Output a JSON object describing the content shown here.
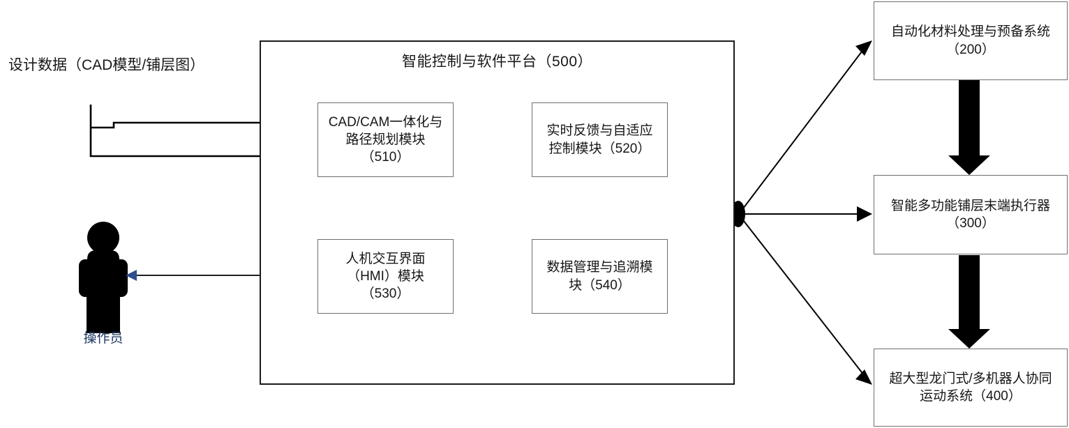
{
  "diagram": {
    "title_text": "智能控制与软件平台（500）",
    "design_data_label": "设计数据（CAD模型/铺层图）",
    "actor_label": "操作员",
    "colors": {
      "text": "#17171a",
      "actor_label": "#1f3864",
      "arrow_black": "#000000",
      "arrow_blue_head": "#2e4f8f",
      "box_border": "#6e6e6e",
      "outer_border": "#1a1a1a"
    },
    "platform_modules": [
      {
        "id": "510",
        "label": "CAD/CAM一体化与路径规划模块（510）",
        "lines": [
          "CAD/CAM一体化与",
          "路径规划模块",
          "（510）"
        ]
      },
      {
        "id": "520",
        "label": "实时反馈与自适应控制模块（520）",
        "lines": [
          "实时反馈与自适应",
          "控制模块（520）"
        ]
      },
      {
        "id": "530",
        "label": "人机交互界面（HMI）模块（530）",
        "lines": [
          "人机交互界面",
          "（HMI）模块",
          "（530）"
        ]
      },
      {
        "id": "540",
        "label": "数据管理与追溯模块（540）",
        "lines": [
          "数据管理与追溯模",
          "块（540）"
        ]
      }
    ],
    "right_systems": [
      {
        "id": "200",
        "label": "自动化材料处理与预备系统（200）",
        "lines": [
          "自动化材料处理与预备系统",
          "（200）"
        ]
      },
      {
        "id": "300",
        "label": "智能多功能铺层末端执行器（300）",
        "lines": [
          "智能多功能铺层末端执行器",
          "（300）"
        ]
      },
      {
        "id": "400",
        "label": "超大型龙门式/多机器人协同运动系统（400）",
        "lines": [
          "超大型龙门式/多机器人协同",
          "运动系统（400）"
        ]
      }
    ],
    "connections": [
      {
        "from": "design-data",
        "to": "510",
        "style": "hollow-block-arrow",
        "direction": "one-way"
      },
      {
        "from": "510",
        "to": "520",
        "style": "thick-solid",
        "direction": "two-way"
      },
      {
        "from": "510",
        "to": "530",
        "style": "thick-solid",
        "direction": "two-way"
      },
      {
        "from": "520",
        "to": "540",
        "style": "thick-solid",
        "direction": "two-way"
      },
      {
        "from": "530",
        "to": "540",
        "style": "thick-solid",
        "direction": "two-way"
      },
      {
        "from": "operator",
        "to": "530",
        "style": "thin-line",
        "direction": "two-way"
      },
      {
        "from": "500",
        "to": "200",
        "style": "thin-line",
        "direction": "one-way"
      },
      {
        "from": "500",
        "to": "300",
        "style": "thin-line",
        "direction": "one-way"
      },
      {
        "from": "500",
        "to": "400",
        "style": "thin-line",
        "direction": "one-way"
      },
      {
        "from": "200",
        "to": "300",
        "style": "thick-block-arrow",
        "direction": "one-way"
      },
      {
        "from": "300",
        "to": "400",
        "style": "thick-block-arrow",
        "direction": "one-way"
      }
    ]
  }
}
